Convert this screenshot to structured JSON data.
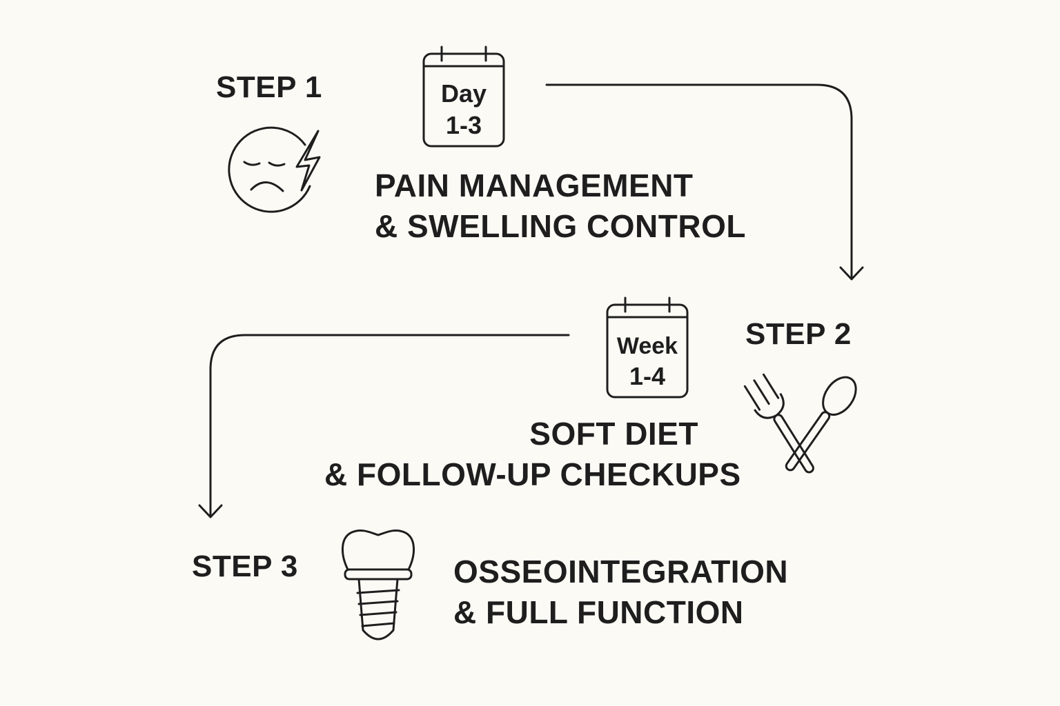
{
  "steps": [
    {
      "step_label": "STEP 1",
      "period": [
        "Day",
        "1-3"
      ],
      "description": [
        "PAIN MANAGEMENT",
        "& SWELLING CONTROL"
      ],
      "icon": "sad-face-pain-icon"
    },
    {
      "step_label": "STEP 2",
      "period": [
        "Week",
        "1-4"
      ],
      "description": [
        "SOFT DIET",
        "& FOLLOW-UP CHECKUPS"
      ],
      "icon": "fork-and-spoon-icon"
    },
    {
      "step_label": "STEP 3",
      "period": [],
      "description": [
        "OSSEOINTEGRATION",
        "& FULL FUNCTION"
      ],
      "icon": "dental-implant-icon"
    }
  ],
  "colors": {
    "background": "#fbfaf5",
    "ink": "#1e1e1e"
  }
}
